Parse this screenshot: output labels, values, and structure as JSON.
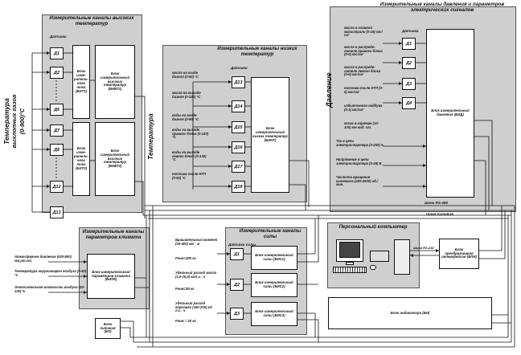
{
  "hightemp": {
    "title": "Измерительные каналы высоких температур",
    "sensors_label": "Датчики",
    "sensors": [
      "Д1",
      "Д2",
      "Д6",
      "Д7",
      "Д8",
      "Д12",
      "Д13"
    ],
    "bit1": "Блок изме- ритель- ного тока (БИТ1)",
    "bit2": "Блок изме- ритель- ного тока (БИТ2)",
    "bivt1": "Блок измерительный высоких температур (БИВТ1)",
    "bivt2": "Блок измерительный высоких температур (БИВТ2)",
    "side1": "Температура",
    "side2": "выхлопных газов",
    "side3": "(0-900)°С"
  },
  "lowtemp": {
    "title": "Измерительные каналы низких температур",
    "sensors_label": "Датчики",
    "side": "Температура",
    "sensors": [
      "Д13",
      "Д14",
      "Д15",
      "Д16",
      "Д17",
      "Д18"
    ],
    "labels": [
      "масла на входе дизеля (0-90) °С",
      "масла на выходе дизеля (0-130) °С",
      "воды на входе дизеля (0-90) °С",
      "воды на выходе правого блока (0-130) °С",
      "воды на выходе левого блока (0-130) °С",
      "топлива после НТП (0-50) °С"
    ],
    "bint": "Блок измерительный низких температур (БИНТ)"
  },
  "pressure": {
    "title": "Измерительные каналы давления и параметров электрических сигналов",
    "sensors_label": "Датчики",
    "side": "Давление",
    "sensors": [
      "Д1",
      "Д2",
      "Д3",
      "Д4"
    ],
    "labels": [
      "масла в главной магистрали (0-16) кгс/см²",
      "масла в распреде- лителе правого блока (0-6) кгс/см²",
      "масла в распреде- лителе левого блока (0-6) кгс/см²",
      "топлива после НТП (0-6) кгс/см²",
      "избыточного наддува (0-1) кгс/см²",
      "газов в картере (10-100) мм вод. ст."
    ],
    "elec": [
      "Ток в цепи электростартера (0-250) А",
      "Напряжение в цепи электростартера (0-28) В",
      "Частота вращения коленвала (400-2500) об./мин."
    ],
    "bid": "Блок измерительный давления (БИД)"
  },
  "air": {
    "title": "Измерительные каналы параметров климата",
    "labels": [
      "Атмосферное давление (630-800) мм.рт.ст.",
      "Температура окружающего воздуха (0-40) °С",
      "Относительная влажность воздуха (40-100) %"
    ],
    "bipk": "Блок измерительный параметров климата (БИПК)"
  },
  "force": {
    "title": "Измерительные каналы силы",
    "sensors_label": "Датчики силы",
    "sensors": [
      "Д1",
      "Д2",
      "Д3"
    ],
    "labels": [
      "Врашательный момент (30-400) кгс · м",
      "Fном=400 кг",
      "Удельный расход масла (1,0-15,0) кг/л.с.· ч",
      "Fном=50 кг",
      "Удельный расход горючего (150-200) кг/л.с.· ч",
      "Fном = 20 кг"
    ],
    "bis": [
      "Блок измерительный силы (БИС1)",
      "Блок измерительный силы (БИС2)",
      "Блок измерительный силы (БИС3)"
    ]
  },
  "pc": {
    "title": "Персональный компьютер",
    "port": "Шина RS-232",
    "converter": "Блок преобразования интерфейсов (БПИ)"
  },
  "bus": {
    "rs485": "Шина RS-485",
    "power": "Шина питания"
  },
  "psu": "Блок питания (БП)",
  "indicator": "Блок индикатора (БИ)"
}
